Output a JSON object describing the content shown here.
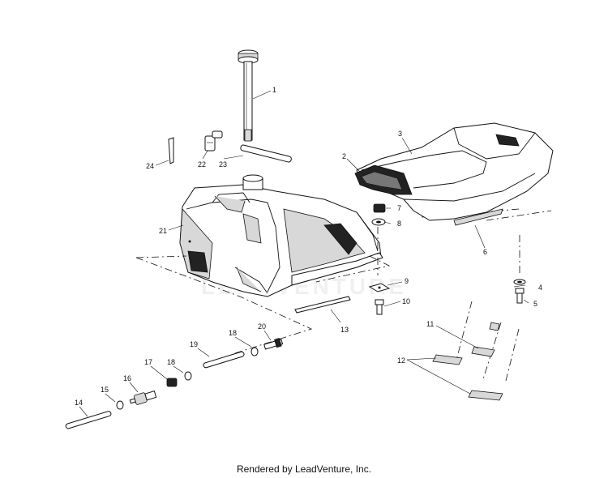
{
  "footer": "Rendered by LeadVenture, Inc.",
  "watermark": "LEADVENTURE",
  "callouts": [
    "1",
    "2",
    "3",
    "4",
    "5",
    "6",
    "7",
    "8",
    "9",
    "10",
    "11",
    "12",
    "13",
    "14",
    "15",
    "16",
    "17",
    "18",
    "18",
    "19",
    "20",
    "21",
    "22",
    "23",
    "24"
  ]
}
